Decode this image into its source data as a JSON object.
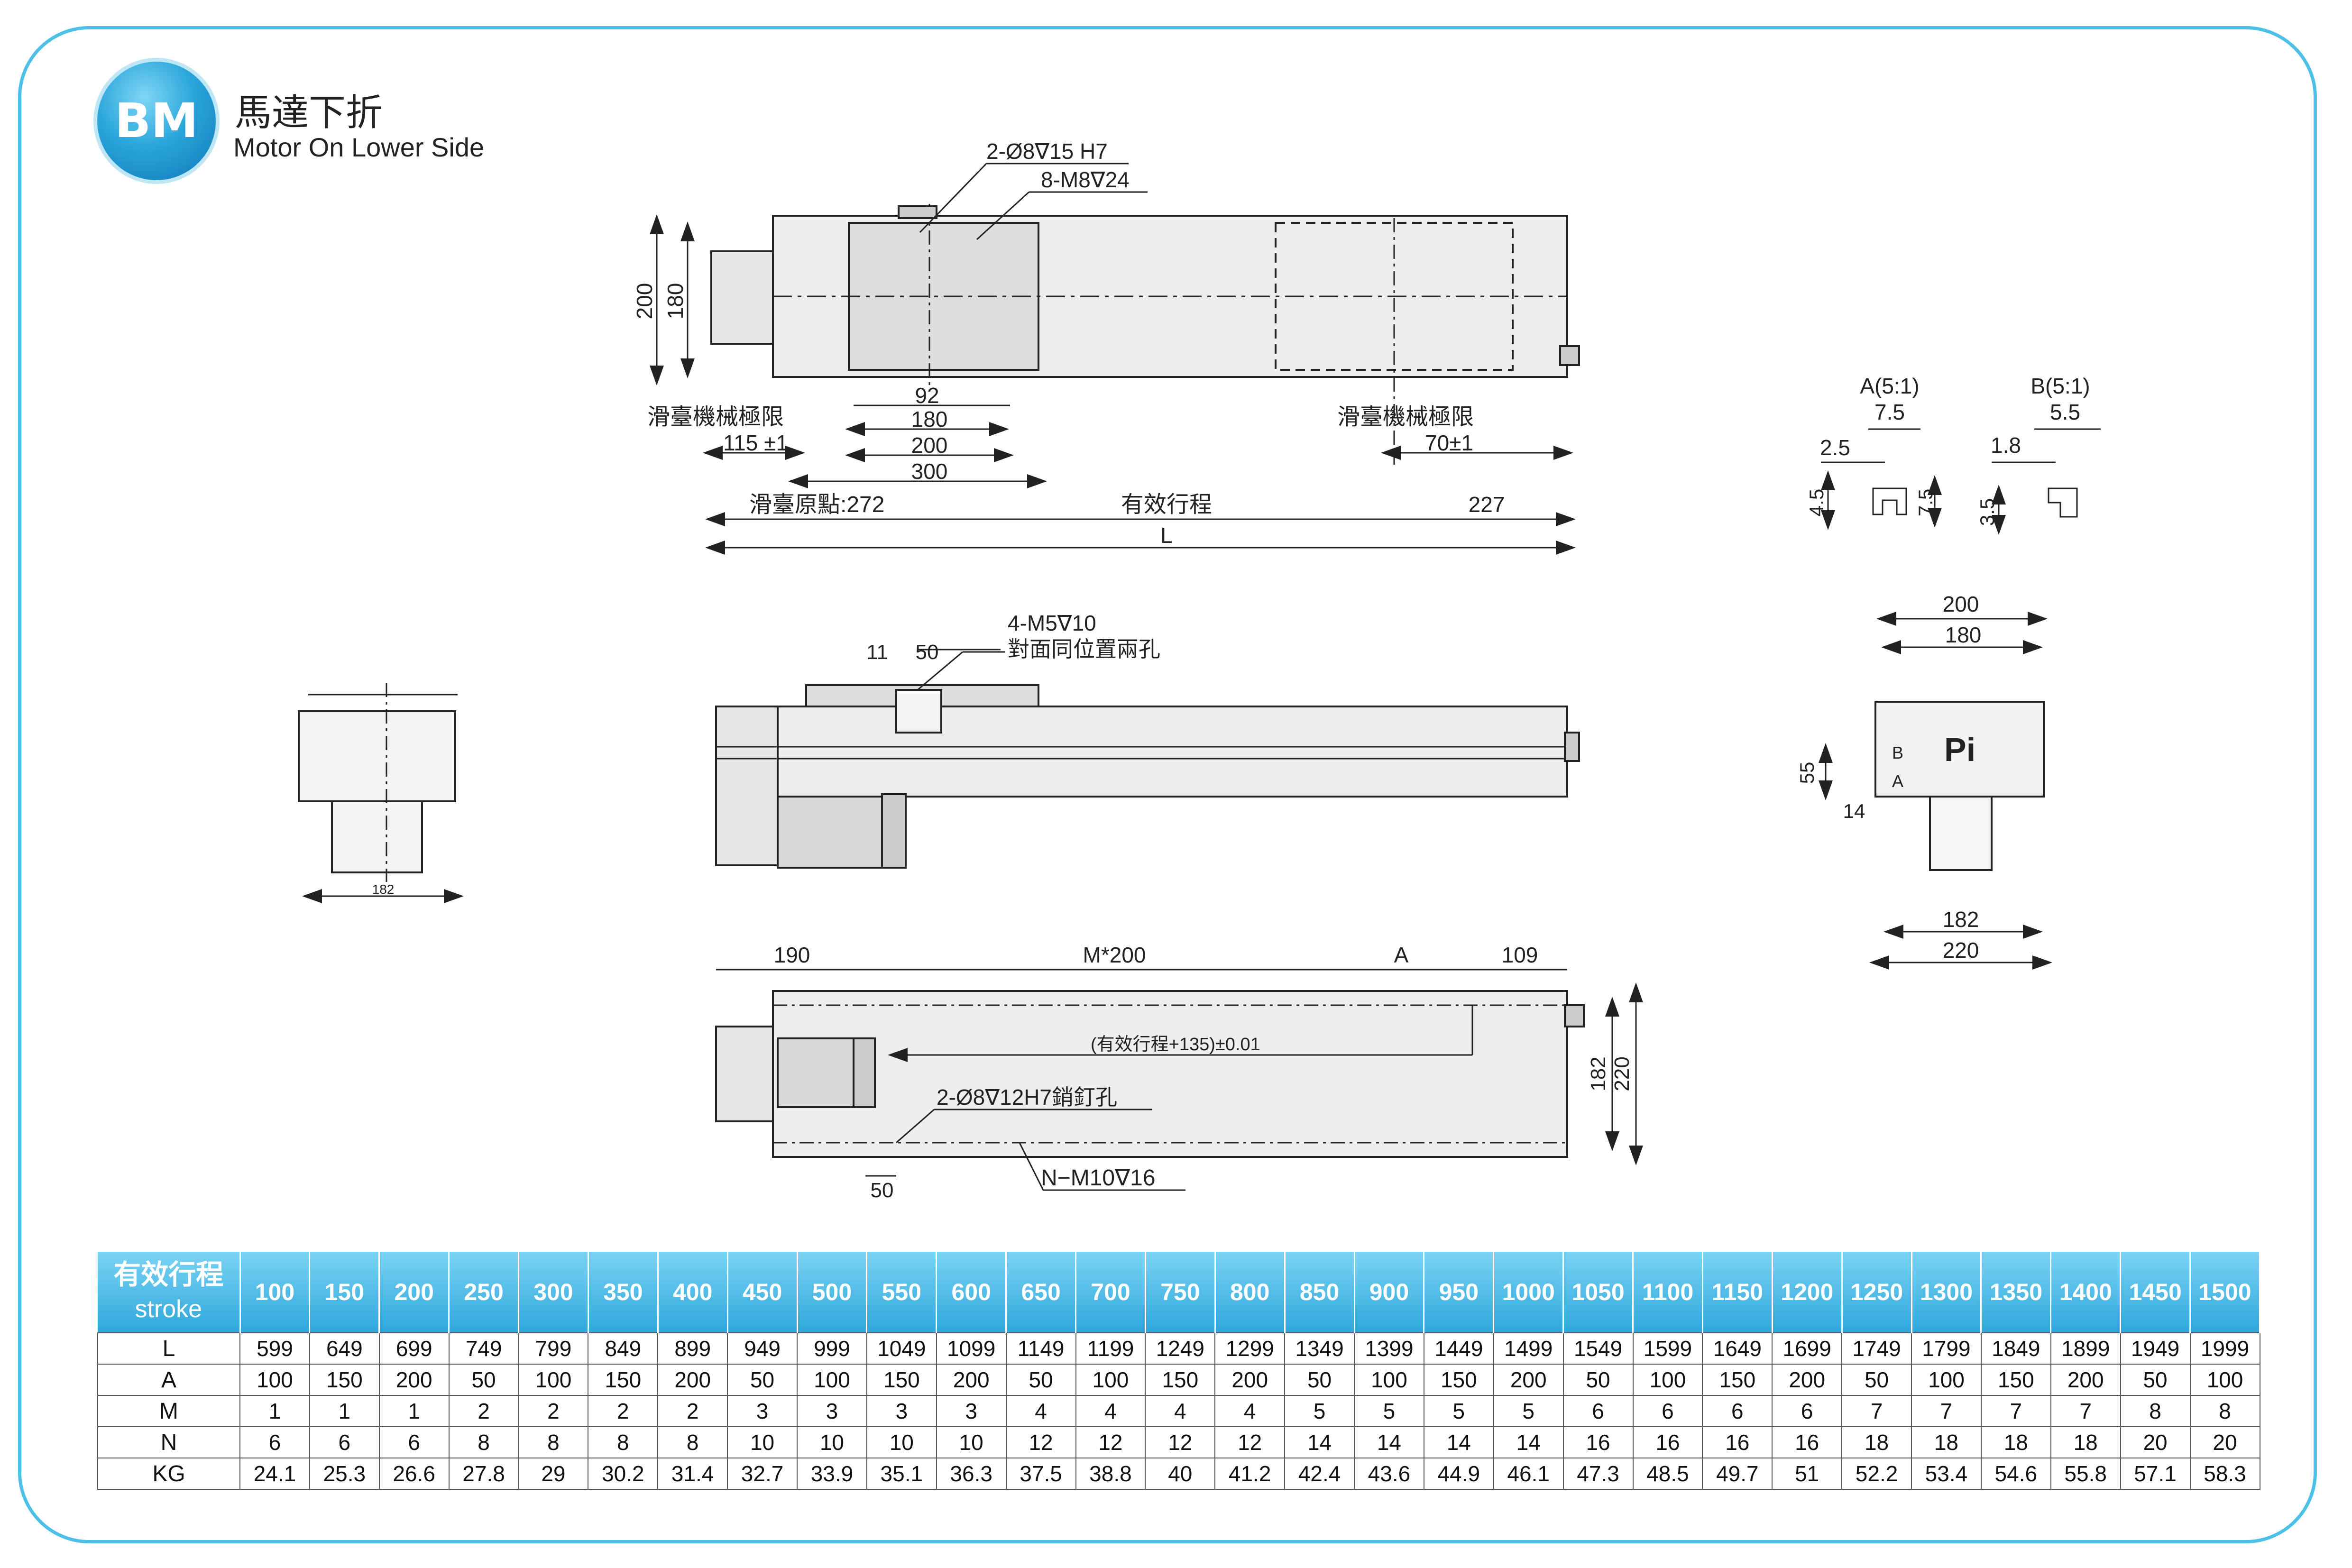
{
  "header": {
    "logo_text": "BM",
    "title_zh": "馬達下折",
    "title_en": "Motor On Lower Side"
  },
  "drawing": {
    "top_view": {
      "hole_callout_1": "2-Ø8∇15 H7",
      "hole_callout_2": "8-M8∇24",
      "dim_200": "200",
      "dim_180": "180",
      "left_limit_label": "滑臺機械極限",
      "left_limit_value": "115 ±1",
      "right_limit_label": "滑臺機械極限",
      "right_limit_value": "70±1",
      "dim_92": "92",
      "dim_180b": "180",
      "dim_200b": "200",
      "dim_300": "300",
      "origin_label": "滑臺原點:272",
      "stroke_label": "有效行程",
      "dim_227": "227",
      "length_label": "L"
    },
    "details": {
      "a_title": "A(5:1)",
      "a_7_5": "7.5",
      "a_2_5": "2.5",
      "a_4_5": "4.5",
      "a_7_5b": "7.5",
      "b_title": "B(5:1)",
      "b_5_5": "5.5",
      "b_1_8": "1.8",
      "b_3_5": "3.5"
    },
    "side_view": {
      "dim_11": "11",
      "dim_50": "50",
      "hole_callout": "4-M5∇10",
      "hole_note": "對面同位置兩孔"
    },
    "left_end_view": {
      "dim_182": "182"
    },
    "right_end_view": {
      "dim_200": "200",
      "dim_180": "180",
      "dim_55": "55",
      "dim_14": "14",
      "label_b": "B",
      "label_a": "A",
      "label_pi": "Pi",
      "dim_182": "182",
      "dim_220": "220"
    },
    "bottom_view": {
      "dim_190": "190",
      "dim_m200": "M*200",
      "dim_a": "A",
      "dim_109": "109",
      "tolerance_note": "(有效行程+135)±0.01",
      "pin_callout": "2-Ø8∇12H7銷釘孔",
      "tap_callout": "N−M10∇16",
      "dim_50": "50",
      "dim_182": "182",
      "dim_220": "220"
    }
  },
  "table": {
    "header_label_zh": "有效行程",
    "header_label_en": "stroke",
    "strokes": [
      "100",
      "150",
      "200",
      "250",
      "300",
      "350",
      "400",
      "450",
      "500",
      "550",
      "600",
      "650",
      "700",
      "750",
      "800",
      "850",
      "900",
      "950",
      "1000",
      "1050",
      "1100",
      "1150",
      "1200",
      "1250",
      "1300",
      "1350",
      "1400",
      "1450",
      "1500"
    ],
    "rows": [
      {
        "label": "L",
        "values": [
          "599",
          "649",
          "699",
          "749",
          "799",
          "849",
          "899",
          "949",
          "999",
          "1049",
          "1099",
          "1149",
          "1199",
          "1249",
          "1299",
          "1349",
          "1399",
          "1449",
          "1499",
          "1549",
          "1599",
          "1649",
          "1699",
          "1749",
          "1799",
          "1849",
          "1899",
          "1949",
          "1999"
        ]
      },
      {
        "label": "A",
        "values": [
          "100",
          "150",
          "200",
          "50",
          "100",
          "150",
          "200",
          "50",
          "100",
          "150",
          "200",
          "50",
          "100",
          "150",
          "200",
          "50",
          "100",
          "150",
          "200",
          "50",
          "100",
          "150",
          "200",
          "50",
          "100",
          "150",
          "200",
          "50",
          "100"
        ]
      },
      {
        "label": "M",
        "values": [
          "1",
          "1",
          "1",
          "2",
          "2",
          "2",
          "2",
          "3",
          "3",
          "3",
          "3",
          "4",
          "4",
          "4",
          "4",
          "5",
          "5",
          "5",
          "5",
          "6",
          "6",
          "6",
          "6",
          "7",
          "7",
          "7",
          "7",
          "8",
          "8"
        ]
      },
      {
        "label": "N",
        "values": [
          "6",
          "6",
          "6",
          "8",
          "8",
          "8",
          "8",
          "10",
          "10",
          "10",
          "10",
          "12",
          "12",
          "12",
          "12",
          "14",
          "14",
          "14",
          "14",
          "16",
          "16",
          "16",
          "16",
          "18",
          "18",
          "18",
          "18",
          "20",
          "20"
        ]
      },
      {
        "label": "KG",
        "values": [
          "24.1",
          "25.3",
          "26.6",
          "27.8",
          "29",
          "30.2",
          "31.4",
          "32.7",
          "33.9",
          "35.1",
          "36.3",
          "37.5",
          "38.8",
          "40",
          "41.2",
          "42.4",
          "43.6",
          "44.9",
          "46.1",
          "47.3",
          "48.5",
          "49.7",
          "51",
          "52.2",
          "53.4",
          "54.6",
          "55.8",
          "57.1",
          "58.3"
        ]
      }
    ]
  },
  "colors": {
    "frame": "#4cc0e6",
    "table_header": "#2ea7dc",
    "body_fill": "#eeeeee",
    "line": "#222222"
  }
}
